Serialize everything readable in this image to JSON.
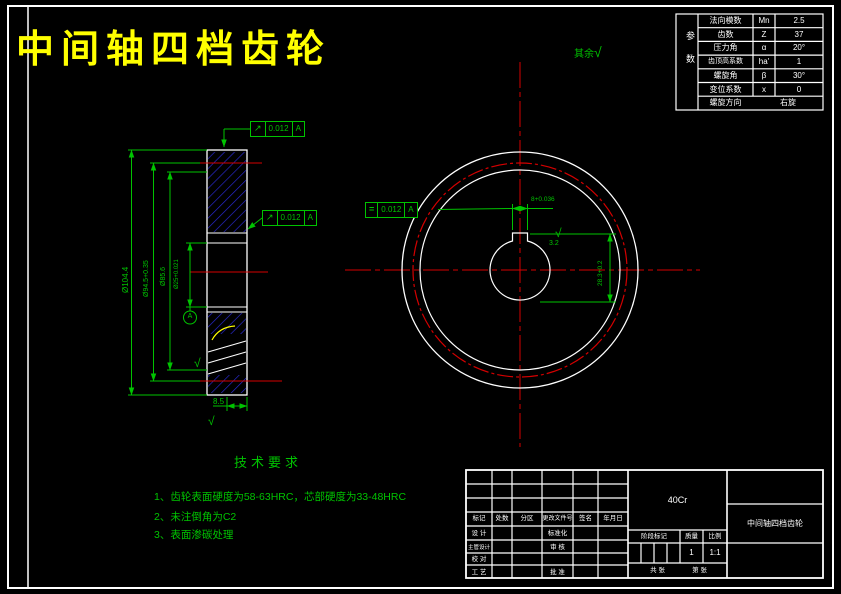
{
  "page": {
    "title": "中间轴四档齿轮"
  },
  "general_note": {
    "text": "其余",
    "symbol": "√"
  },
  "gear_table": {
    "side_label": "参数",
    "rows": [
      {
        "label": "法向模数",
        "symbol": "Mn",
        "value": "2.5"
      },
      {
        "label": "齿数",
        "symbol": "Z",
        "value": "37"
      },
      {
        "label": "压力角",
        "symbol": "α",
        "value": "20°"
      },
      {
        "label": "齿顶高系数",
        "symbol": "ha'",
        "value": "1"
      },
      {
        "label": "螺旋角",
        "symbol": "β",
        "value": "30°"
      },
      {
        "label": "变位系数",
        "symbol": "x",
        "value": "0"
      },
      {
        "label": "螺旋方向",
        "symbol": "",
        "value": "右旋"
      }
    ]
  },
  "tolerance_frames": [
    {
      "glyph": "↗",
      "value": "0.012",
      "datum": "A"
    },
    {
      "glyph": "↗",
      "value": "0.012",
      "datum": "A"
    },
    {
      "glyph": "=",
      "value": "0.012",
      "datum": "A"
    }
  ],
  "dimensions": {
    "outer_diameter": "Ø104.4",
    "pitch_diameter": "Ø94.5+0.35",
    "web_diameter": "Ø85.6",
    "bore_diameter": "Ø25+0.021",
    "keyway_width": "8+0.036",
    "keyway_depth": "28.3+0.2",
    "face_width": "8.5",
    "keyway_roughness": "3.2",
    "datum_label": "A",
    "roughness_symbol": "√"
  },
  "tech_requirements": {
    "heading": "技术要求",
    "items": [
      "1、齿轮表面硬度为58-63HRC，芯部硬度为33-48HRC",
      "2、未注倒角为C2",
      "3、表面渗碳处理"
    ]
  },
  "title_block": {
    "material": "40Cr",
    "part_name": "中间轴四档齿轮",
    "revision_headers": [
      "标记",
      "处数",
      "分区",
      "更改文件号",
      "签名",
      "年月日"
    ],
    "role_rows": [
      {
        "left": "设 计",
        "right": "标准化"
      },
      {
        "left": "主管设计",
        "right": "审 核"
      },
      {
        "left": "校 对",
        "right": ""
      },
      {
        "left": "工 艺",
        "right": "批 准"
      }
    ],
    "stage_label": "阶段标记",
    "mass_label": "质量",
    "scale_label": "比例",
    "mass_value": "1",
    "scale_value": "1:1",
    "sheet_left": "共 张",
    "sheet_right": "第 张"
  }
}
